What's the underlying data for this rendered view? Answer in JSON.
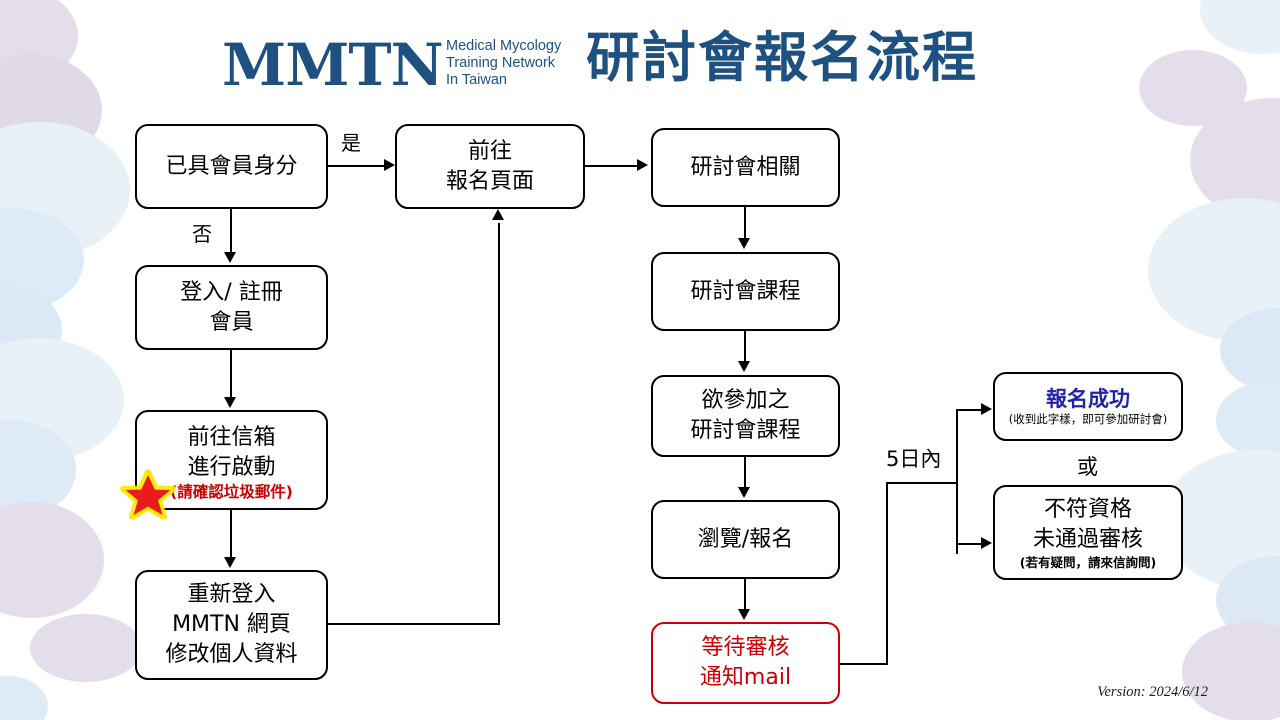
{
  "header": {
    "logo_mark": "MMTN",
    "logo_subtitle_lines": [
      "Medical Mycology",
      "Training Network",
      "In Taiwan"
    ],
    "title": "研討會報名流程",
    "brand_color": "#1F5180"
  },
  "flow": {
    "nodes": [
      {
        "id": "member-check",
        "lines": [
          "已具會員身分"
        ]
      },
      {
        "id": "login-register",
        "lines": [
          "登入/ 註冊",
          "會員"
        ]
      },
      {
        "id": "mailbox-activate",
        "lines": [
          "前往信箱",
          "進行啟動"
        ],
        "note": "(請確認垃圾郵件)",
        "note_color": "#CC0000"
      },
      {
        "id": "relogin-profile",
        "lines": [
          "重新登入",
          "MMTN 網頁",
          "修改個人資料"
        ]
      },
      {
        "id": "goto-signup-page",
        "lines": [
          "前往",
          "報名頁面"
        ]
      },
      {
        "id": "seminar-info",
        "lines": [
          "研討會相關"
        ]
      },
      {
        "id": "seminar-course",
        "lines": [
          "研討會課程"
        ]
      },
      {
        "id": "desired-course",
        "lines": [
          "欲參加之",
          "研討會課程"
        ]
      },
      {
        "id": "browse-signup",
        "lines": [
          "瀏覽/報名"
        ]
      },
      {
        "id": "waiting-review",
        "lines": [
          "等待審核",
          "通知mail"
        ],
        "color": "#CC0000"
      },
      {
        "id": "signup-success",
        "lines": [
          "報名成功"
        ],
        "note": "(收到此字樣，即可參加研討會)",
        "color": "#2222AA"
      },
      {
        "id": "not-qualified",
        "lines": [
          "不符資格",
          "未通過審核"
        ],
        "note": "(若有疑問，請來信詢問)"
      }
    ],
    "edge_labels": {
      "yes": "是",
      "no": "否",
      "within_five_days": "5日內",
      "or": "或"
    }
  },
  "footer": {
    "version": "Version: 2024/6/12"
  },
  "icons": {
    "star": "red-star-icon"
  }
}
